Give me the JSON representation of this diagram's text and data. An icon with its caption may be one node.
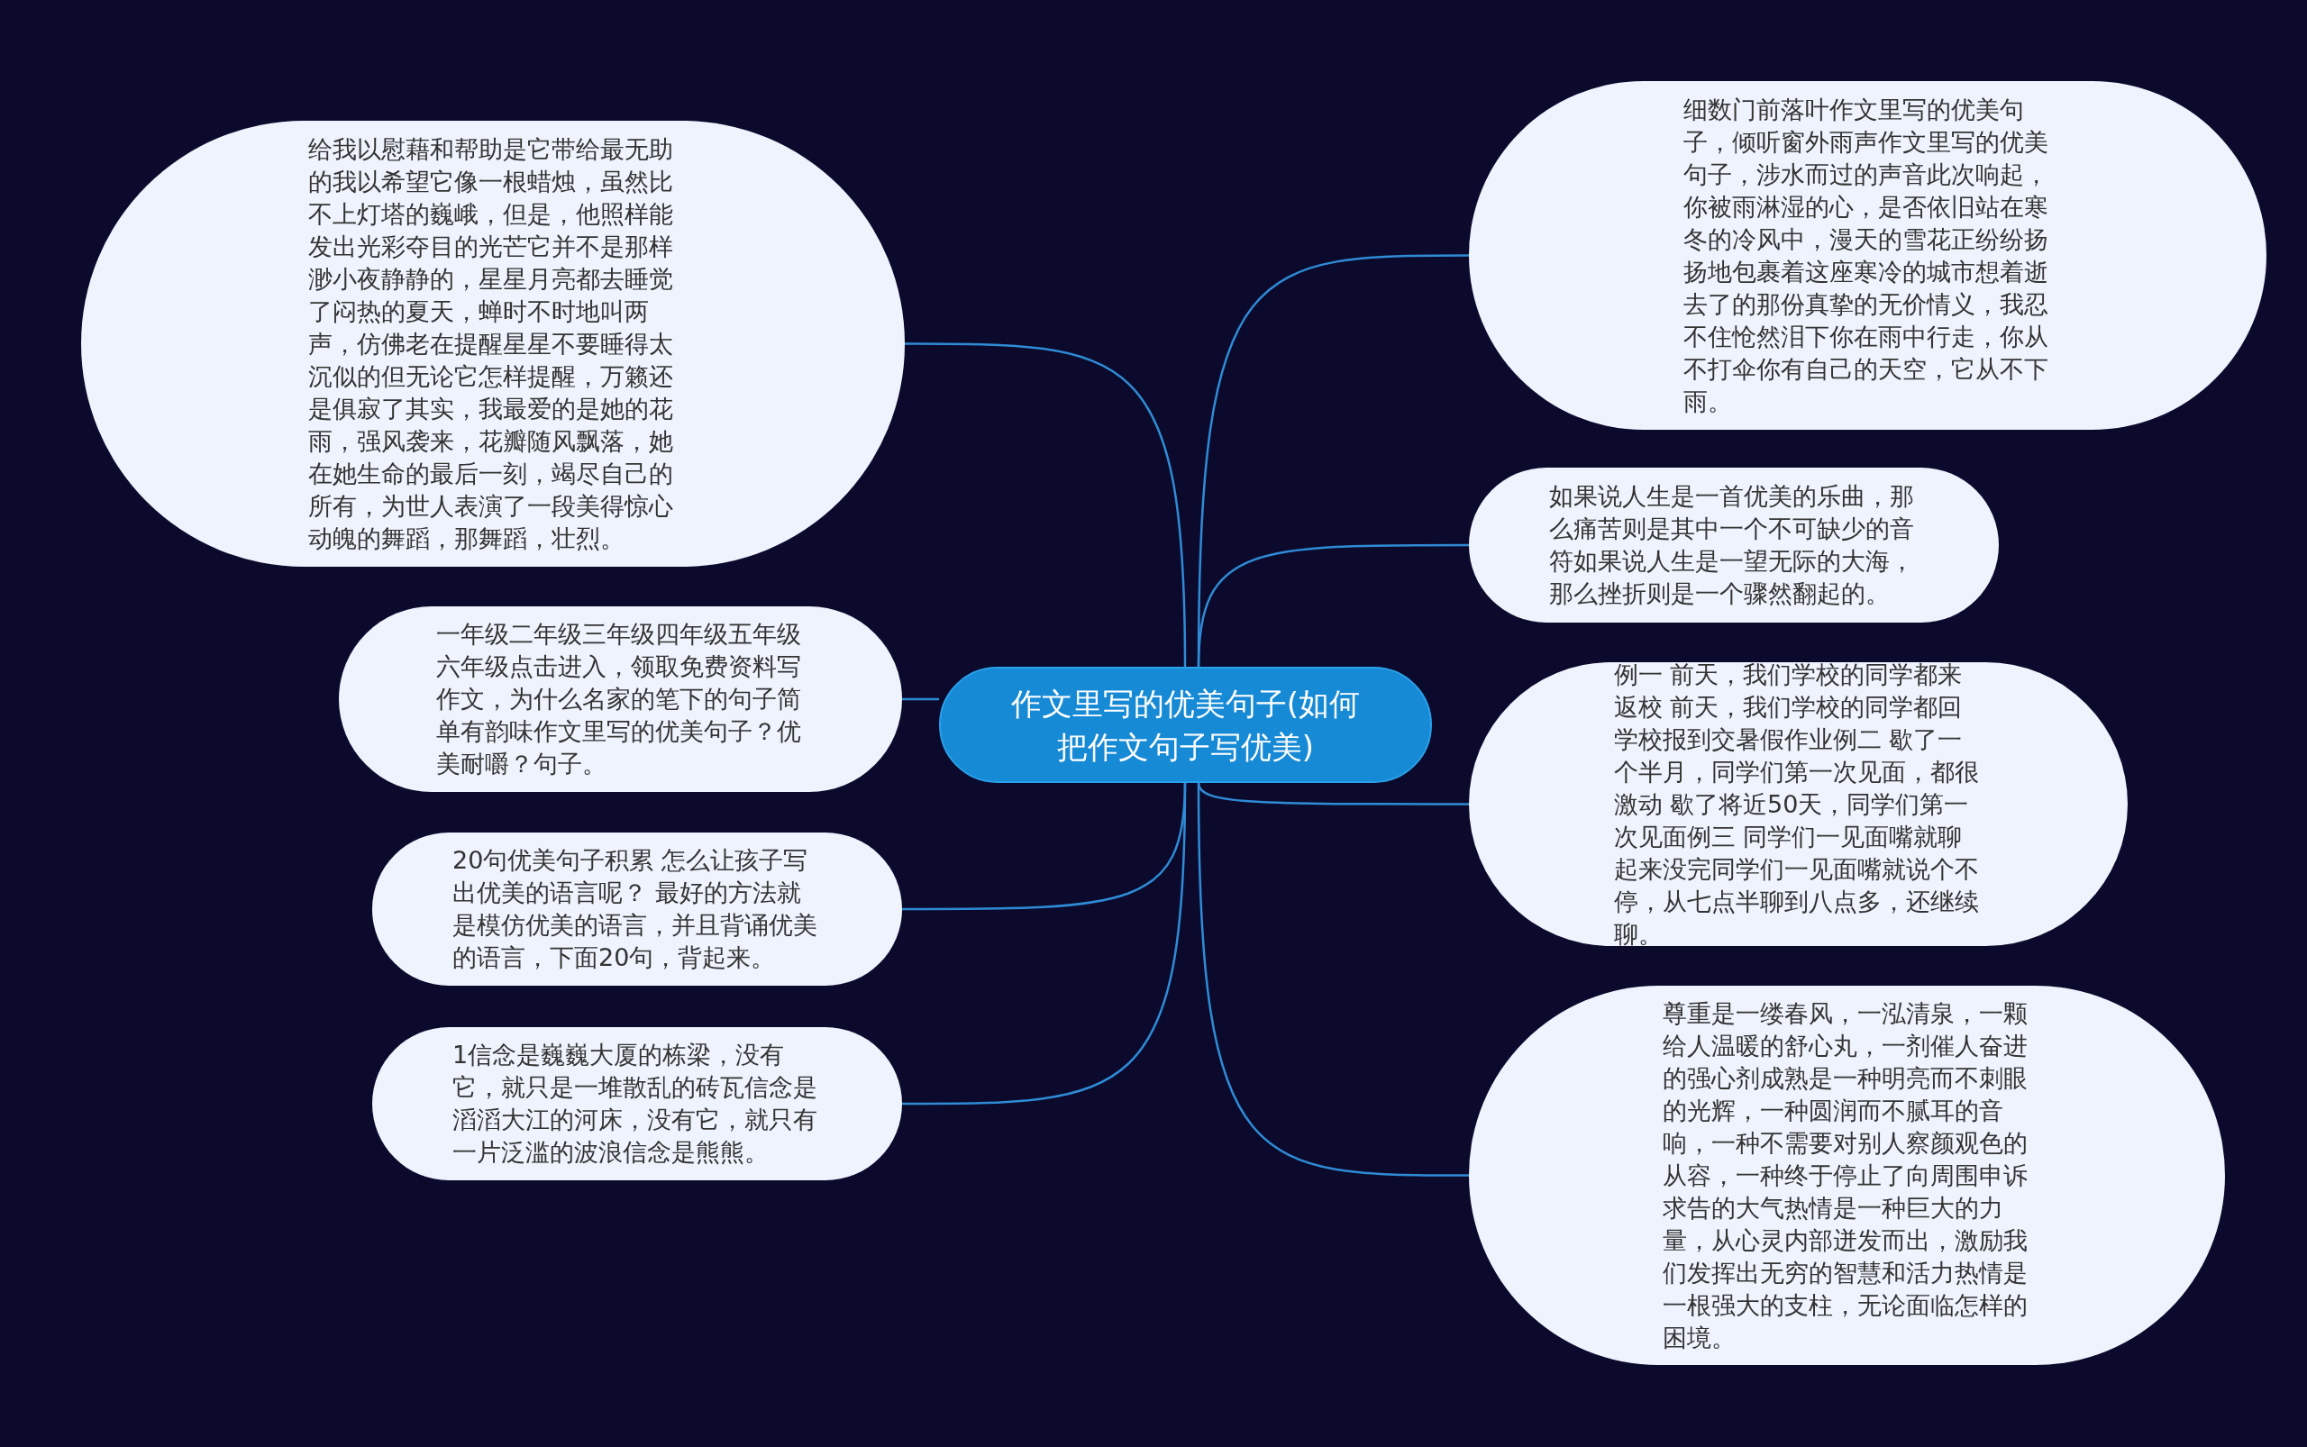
{
  "diagram": {
    "nodes": [
      {
        "text": [
          "作文里写的优美句子(如何把作文句子写优美)"
        ]
      },
      {
        "text": [
          "给我以慰藉和帮助是它带给最无助的我以希望它像一根蜡烛，虽然比不上灯塔的巍峨，但是，他照样能发出光彩夺目的光芒它并不是那样渺小夜静静的，星星月亮都去睡觉了闷热的夏天，蝉时不时地叫两声，仿佛老在提醒星星不要睡得太沉似的但无论它怎样提醒，万籁还是俱寂了其实，我最爱的是她的花雨，强风袭来，花瓣随风飘落，她在她生命的最后一刻，竭尽自己的所有，为世人表演了一段美得惊心动魄的舞蹈，那舞蹈，壮烈。"
        ]
      },
      {
        "text": [
          "一年级二年级三年级四年级五年级六年级点击进入，领取免费资料写作文，为什么名家的笔下的句子简单有韵味作文里写的优美句子？优美耐嚼？句子。"
        ]
      },
      {
        "text": [
          "20句优美句子积累 怎么让孩子写出优美的语言呢？ 最好的方法就是模仿优美的语言，并且背诵优美的语言，下面20句，背起来。"
        ]
      },
      {
        "text": [
          "1信念是巍巍大厦的栋梁，没有它，就只是一堆散乱的砖瓦信念是滔滔大江的河床，没有它，就只有一片泛滥的波浪信念是熊熊。"
        ]
      },
      {
        "text": [
          "细数门前落叶作文里写的优美句子，倾听窗外雨声作文里写的优美句子，涉水而过的声音此次响起，你被雨淋湿的心，是否依旧站在寒冬的冷风中，漫天的雪花正纷纷扬扬地包裹着这座寒冷的城市想着逝去了的那份真挚的无价情义，我忍不住怆然泪下你在雨中行走，你从不打伞你有自己的天空，它从不下雨。"
        ]
      },
      {
        "text": [
          "如果说人生是一首优美的乐曲，那么痛苦则是其中一个不可缺少的音符如果说人生是一望无际的大海，那么挫折则是一个骤然翻起的。"
        ]
      },
      {
        "text": [
          "例一 前天，我们学校的同学都来返校 前天，我们学校的同学都回学校报到交暑假作业例二 歇了一个半月，同学们第一次见面，都很激动 歇了将近50天，同学们第一次见面例三 同学们一见面嘴就聊起来没完同学们一见面嘴就说个不停，从七点半聊到八点多，还继续聊。"
        ]
      },
      {
        "text": [
          "尊重是一缕春风，一泓清泉，一颗给人温暖的舒心丸，一剂催人奋进的强心剂成熟是一种明亮而不刺眼的光辉，一种圆润而不腻耳的音响，一种不需要对别人察颜观色的从容，一种终于停止了向周围申诉求告的大气热情是一种巨大的力量，从心灵内部迸发而出，激励我们发挥出无穷的智慧和活力热情是一根强大的支柱，无论面临怎样的困境。"
        ]
      }
    ],
    "edges": [
      {
        "from": 0,
        "to": 1,
        "arrow": "none"
      },
      {
        "from": 0,
        "to": 2,
        "arrow": "none"
      },
      {
        "from": 0,
        "to": 3,
        "arrow": "none"
      },
      {
        "from": 0,
        "to": 4,
        "arrow": "none"
      },
      {
        "from": 0,
        "to": 5,
        "arrow": "none"
      },
      {
        "from": 0,
        "to": 6,
        "arrow": "none"
      },
      {
        "from": 0,
        "to": 7,
        "arrow": "none"
      },
      {
        "from": 0,
        "to": 8,
        "arrow": "none"
      }
    ]
  }
}
